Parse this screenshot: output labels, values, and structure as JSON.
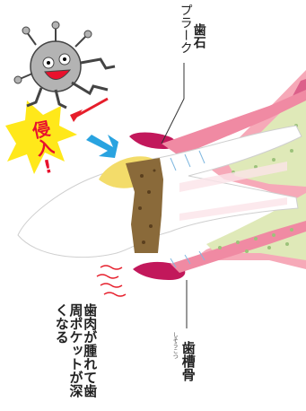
{
  "labels": {
    "plaque": "プラーク",
    "calculus": "歯石",
    "invade": "侵入!",
    "pocket": "歯肉が腫れて歯周ポケットが深くなる",
    "bone_ruby": "しそうこつ",
    "bone": "歯槽骨"
  },
  "colors": {
    "gum": "#f6a9b8",
    "gum_edge": "#c2185b",
    "bone": "#dfe9b8",
    "tooth": "#ffffff",
    "plaque": "#f3dc6a",
    "calculus": "#8a6a3a",
    "burst": "#ffe81a",
    "arrow_red": "#e61e2b",
    "arrow_blue": "#29a3e0"
  }
}
